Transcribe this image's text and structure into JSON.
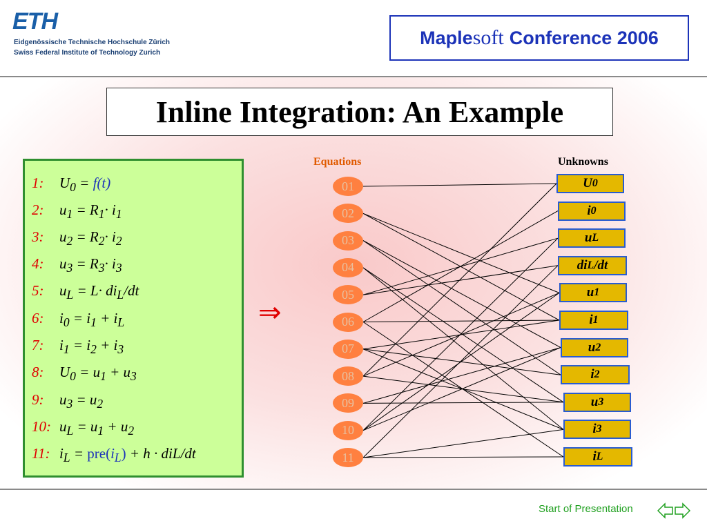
{
  "header": {
    "eth_logo": "ETH",
    "eth_line1": "Eidgenössische Technische Hochschule Zürich",
    "eth_line2": "Swiss Federal Institute of Technology Zurich",
    "maple": "Maple",
    "soft": "soft",
    "conference": "Conference 2006"
  },
  "slide": {
    "title": "Inline Integration: An Example",
    "arrow": "⇒",
    "equations_label": "Equations",
    "unknowns_label": "Unknowns"
  },
  "equations": [
    {
      "num": "1:"
    },
    {
      "num": "2:"
    },
    {
      "num": "3:"
    },
    {
      "num": "4:"
    },
    {
      "num": "5:"
    },
    {
      "num": "6:"
    },
    {
      "num": "7:"
    },
    {
      "num": "8:"
    },
    {
      "num": "9:"
    },
    {
      "num": "10:"
    },
    {
      "num": "11:"
    }
  ],
  "equation_text": {
    "e1_rhs": "f(t)",
    "e11_pre": "pre(",
    "e11_close": ")",
    "e11_rest": "+ h · diL/dt"
  },
  "eq_nodes": [
    "01",
    "02",
    "03",
    "04",
    "05",
    "06",
    "07",
    "08",
    "09",
    "10",
    "11"
  ],
  "unknowns": [
    "U0",
    "i0",
    "uL",
    "diL/dt",
    "u1",
    "i1",
    "u2",
    "i2",
    "u3",
    "i3",
    "iL"
  ],
  "edges": [
    [
      0,
      0
    ],
    [
      1,
      4
    ],
    [
      1,
      5
    ],
    [
      2,
      6
    ],
    [
      2,
      7
    ],
    [
      3,
      8
    ],
    [
      3,
      9
    ],
    [
      4,
      2
    ],
    [
      4,
      3
    ],
    [
      5,
      1
    ],
    [
      5,
      5
    ],
    [
      5,
      10
    ],
    [
      6,
      5
    ],
    [
      6,
      7
    ],
    [
      6,
      9
    ],
    [
      7,
      0
    ],
    [
      7,
      4
    ],
    [
      7,
      8
    ],
    [
      8,
      8
    ],
    [
      8,
      6
    ],
    [
      9,
      2
    ],
    [
      9,
      4
    ],
    [
      9,
      6
    ],
    [
      10,
      10
    ],
    [
      10,
      9
    ],
    [
      10,
      3
    ]
  ],
  "footer": {
    "start_link": "Start of Presentation"
  },
  "colors": {
    "title_blue": "#1c33b8",
    "eq_number_red": "#e00000",
    "eq_box_green": "#ccff99",
    "node_orange": "#ff8040",
    "unknown_gold": "#e4b800"
  }
}
